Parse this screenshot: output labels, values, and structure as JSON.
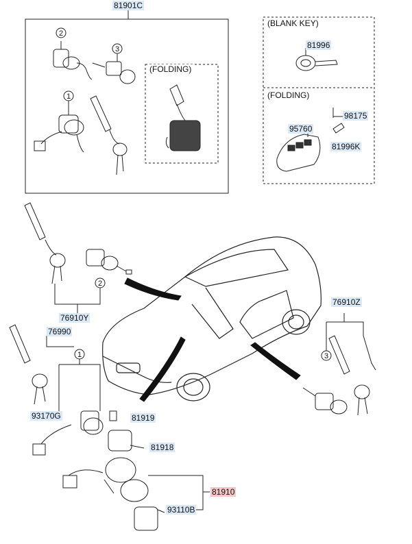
{
  "labels": {
    "assy_main": "81901C",
    "folding_box": "(FOLDING)",
    "blank_key_box": "(BLANK KEY)",
    "folding_box2": "(FOLDING)",
    "blank_key": "81996",
    "p98175": "98175",
    "p95760": "95760",
    "p81996k": "81996K",
    "door_lh": "76910Y",
    "door_rh": "76910Z",
    "p76990": "76990",
    "p93170g": "93170G",
    "p81919": "81919",
    "p81918": "81918",
    "p81910": "81910",
    "p93110b": "93110B"
  },
  "callouts": {
    "c1": "1",
    "c2": "2",
    "c3": "3"
  },
  "colors": {
    "line": "#222222",
    "label_bg": "#dbe9f7",
    "highlight_bg": "#f5c6c6"
  }
}
